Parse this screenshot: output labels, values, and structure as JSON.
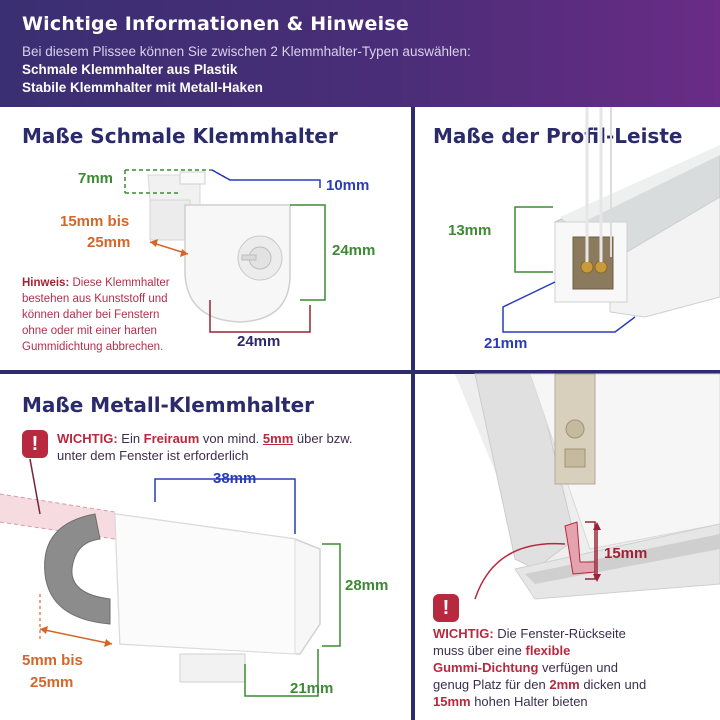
{
  "header": {
    "title": "Wichtige Informationen & Hinweise",
    "intro": "Bei diesem Plissee können Sie zwischen 2 Klemmhalter-Typen auswählen:",
    "option_1": "Schmale Klemmhalter aus Plastik",
    "option_2": "Stabile Klemmhalter mit Metall-Haken"
  },
  "panel_narrow": {
    "title": "Maße Schmale Klemmhalter",
    "dim_top": "7mm",
    "dim_depth": "10mm",
    "dim_gap_line1": "15mm bis",
    "dim_gap_line2": "25mm",
    "dim_height": "24mm",
    "dim_width": "24mm",
    "note_label": "Hinweis:",
    "note_line1": " Diese Klemmhalter",
    "note_line2": "bestehen aus Kunststoff und",
    "note_line3": "können daher bei Fenstern",
    "note_line4": "ohne oder mit einer harten",
    "note_line5": "Gummidichtung abbrechen."
  },
  "panel_profile": {
    "title": "Maße der Profil-Leiste",
    "dim_height": "13mm",
    "dim_width": "21mm"
  },
  "panel_metal": {
    "title": "Maße Metall-Klemmhalter",
    "warn_label": "WICHTIG:",
    "warn_pre": " Ein ",
    "warn_kw": "Freiraum",
    "warn_mid": " von mind. ",
    "warn_min": "5mm",
    "warn_post": " über bzw.",
    "warn_line2": "unter dem Fenster ist erforderlich",
    "dim_width": "38mm",
    "dim_height": "28mm",
    "dim_depth": "21mm",
    "dim_gap_line1": "5mm bis",
    "dim_gap_line2": "25mm"
  },
  "panel_seal": {
    "dim_height": "15mm",
    "warn_label": "WICHTIG:",
    "line1_post": " Die Fenster-Rückseite",
    "line2_pre": "muss über eine ",
    "line2_kw": "flexible",
    "line3_kw": "Gummi-Dichtung",
    "line3_post": " verfügen und",
    "line4_pre": "genug Platz für den ",
    "line4_kw": "2mm",
    "line4_post": " dicken und",
    "line5_kw": "15mm",
    "line5_post": " hohen Halter bieten"
  },
  "icons": {
    "warning": "!"
  },
  "colors": {
    "header_start": "#3a2f72",
    "header_end": "#6a2c86",
    "divider": "#2f2c6e",
    "green": "#3d8a34",
    "blue": "#2a3db8",
    "orange": "#d4662a",
    "red": "#b8283e"
  }
}
